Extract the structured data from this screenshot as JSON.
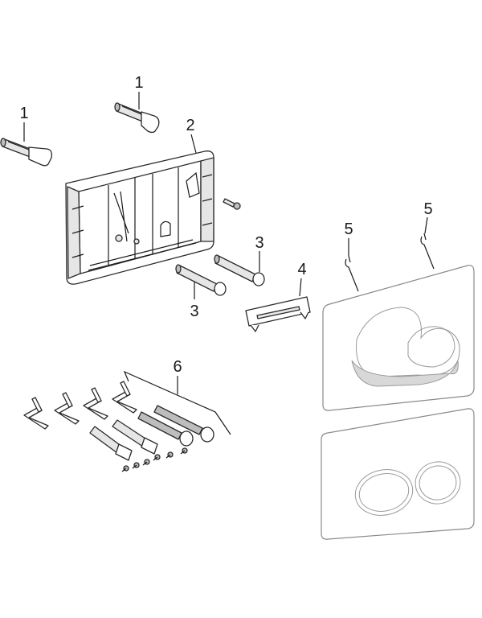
{
  "callouts": {
    "c1a": "1",
    "c1b": "1",
    "c2": "2",
    "c3a": "3",
    "c3b": "3",
    "c4": "4",
    "c5a": "5",
    "c5b": "5",
    "c6": "6"
  }
}
